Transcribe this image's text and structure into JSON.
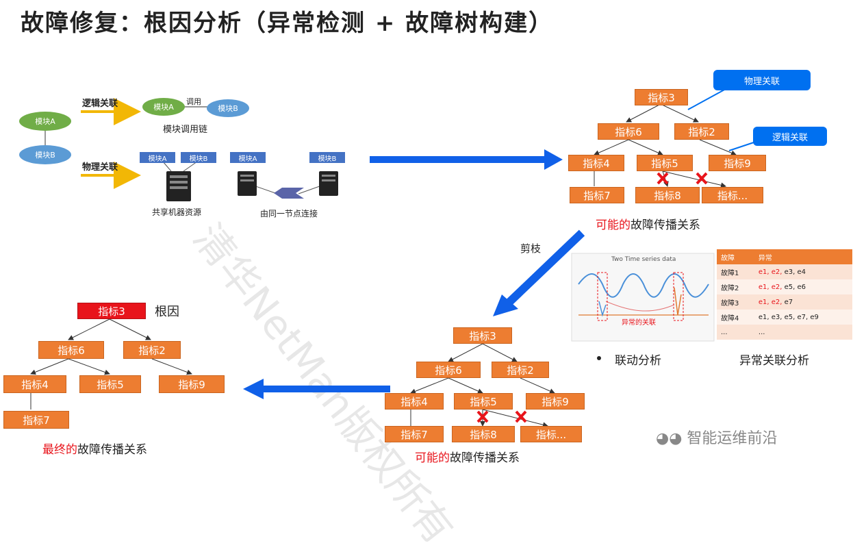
{
  "title": "故障修复：根因分析（异常检测 + 故障树构建）",
  "watermark": "清华NetMan版权所有",
  "left_panel": {
    "module_a": "模块A",
    "module_b": "模块B",
    "logic_label": "逻辑关联",
    "call_label": "调用",
    "call_chain_label": "模块调用链",
    "physical_label": "物理关联",
    "shared_label": "共享机器资源",
    "node_conn_label": "由同一节点连接"
  },
  "tree_top": {
    "caption_red": "可能的",
    "caption": "故障传播关系",
    "bubble_physical": "物理关联",
    "bubble_logical": "逻辑关联",
    "nodes": [
      "指标3",
      "指标6",
      "指标2",
      "指标4",
      "指标5",
      "指标9",
      "指标7",
      "指标8",
      "指标..."
    ]
  },
  "pruning_label": "剪枝",
  "ts_chart": {
    "title": "Two Time series data",
    "annotation": "异常的关联"
  },
  "linkage_label": "联动分析",
  "anomaly_label": "异常关联分析",
  "anomaly_table": {
    "headers": [
      "故障",
      "异常"
    ],
    "rows": [
      {
        "fault": "故障1",
        "red": "e1, e2,",
        "rest": " e3, e4"
      },
      {
        "fault": "故障2",
        "red": "e1, e2,",
        "rest": " e5, e6"
      },
      {
        "fault": "故障3",
        "red": "e1, e2,",
        "rest": " e7"
      },
      {
        "fault": "故障4",
        "red": "",
        "rest": "e1, e3, e5, e7, e9"
      },
      {
        "fault": "...",
        "red": "",
        "rest": "..."
      }
    ]
  },
  "tree_mid": {
    "caption_red": "可能的",
    "caption": "故障传播关系",
    "nodes": [
      "指标3",
      "指标6",
      "指标2",
      "指标4",
      "指标5",
      "指标9",
      "指标7",
      "指标8",
      "指标..."
    ]
  },
  "tree_final": {
    "caption_red": "最终的",
    "caption": "故障传播关系",
    "root_label": "根因",
    "nodes": [
      "指标3",
      "指标6",
      "指标2",
      "指标4",
      "指标5",
      "指标9",
      "指标7"
    ]
  },
  "footer_brand": "智能运维前沿"
}
